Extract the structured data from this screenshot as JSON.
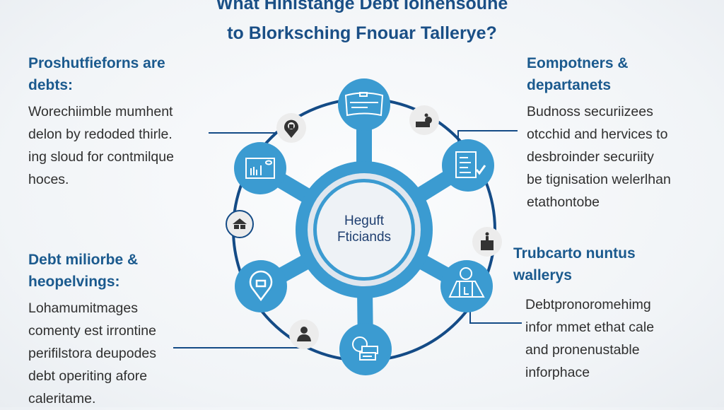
{
  "title": {
    "line1": "What Hinistange Debt Ioinensoune",
    "line2": "to Blorksching Fnouar Tallerye?"
  },
  "hub": {
    "line1": "Heguft",
    "line2": "Fticiands"
  },
  "sections": {
    "top_left": {
      "heading": [
        "Proshutfieforns are",
        "debts:"
      ],
      "body": [
        "Worechiimble mumhent",
        "delon by redoded thirle.",
        "ing sloud for contmilque",
        "hoces."
      ]
    },
    "bottom_left": {
      "heading": [
        "Debt miliorbe &",
        "heopelvings:"
      ],
      "body": [
        "Lohamumitmages",
        "comenty est irrontine",
        "perifilstora deupodes",
        "debt operiting afore",
        "caleritame."
      ]
    },
    "top_right": {
      "heading": [
        "Eompotners &",
        "departanets"
      ],
      "body": [
        "Budnoss securiizees",
        "otcchid and hervices to",
        "desbroinder securiity",
        "be tignisation welerlhan",
        "etathontobe"
      ]
    },
    "bottom_right": {
      "heading": [
        "Trubcarto nuntus",
        "wallerys"
      ],
      "body": [
        "Debtpronoromehimg",
        "infor mmet ethat cale",
        "and pronenustable",
        "inforphace"
      ]
    }
  },
  "nodes": {
    "large": [
      {
        "id": "top",
        "icon": "document-stack-icon"
      },
      {
        "id": "upper-right",
        "icon": "checklist-icon"
      },
      {
        "id": "lower-right",
        "icon": "person-lab-icon"
      },
      {
        "id": "bottom",
        "icon": "cards-icon"
      },
      {
        "id": "lower-left",
        "icon": "location-pin-icon"
      },
      {
        "id": "upper-left",
        "icon": "chart-board-icon"
      }
    ],
    "small": [
      {
        "id": "top-right",
        "icon": "hand-coin-icon"
      },
      {
        "id": "right",
        "icon": "desk-person-icon"
      },
      {
        "id": "bottom-left",
        "icon": "businessman-icon"
      },
      {
        "id": "left",
        "icon": "house-icon"
      },
      {
        "id": "top-left",
        "icon": "user-pin-icon"
      }
    ]
  },
  "colors": {
    "accent_blue": "#3b9bd1",
    "ring_navy": "#144b86",
    "heading_blue": "#1b5a8e",
    "body_text": "#2f2f2f",
    "small_node_bg": "#ececec",
    "icon_dark": "#333333"
  }
}
